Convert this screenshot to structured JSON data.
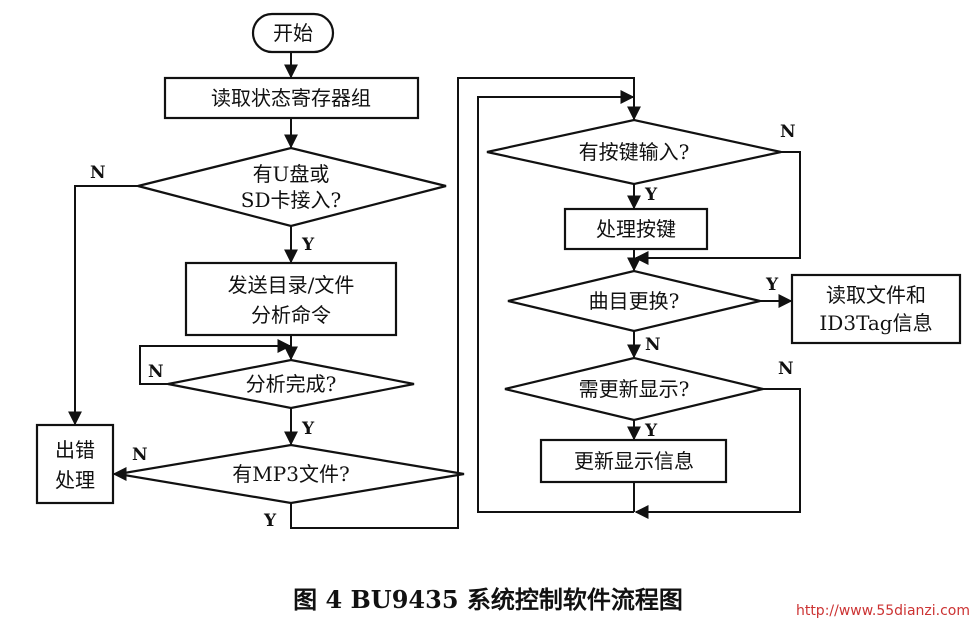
{
  "nodes": {
    "start": "开始",
    "read_regs": "读取状态寄存器组",
    "has_media_1": "有U盘或",
    "has_media_2": "SD卡接入?",
    "send_cmd_1": "发送目录/文件",
    "send_cmd_2": "分析命令",
    "analysis_done": "分析完成?",
    "has_mp3": "有MP3文件?",
    "error_1": "出错",
    "error_2": "处理",
    "has_key": "有按键输入?",
    "handle_key": "处理按键",
    "track_change": "曲目更换?",
    "read_info_1": "读取文件和",
    "read_info_2": "ID3Tag信息",
    "need_refresh": "需更新显示?",
    "refresh": "更新显示信息"
  },
  "edge_labels": {
    "yes": "Y",
    "no": "N"
  },
  "caption": "图 4  BU9435 系统控制软件流程图",
  "watermark": "http://www.55dianzi.com"
}
